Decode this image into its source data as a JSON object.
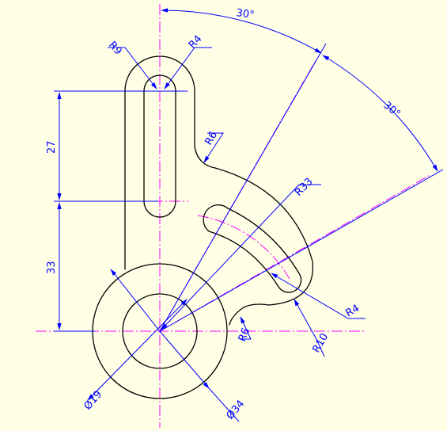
{
  "colors": {
    "background": "#ffffe6",
    "outline": "#000000",
    "center_line": "#ff00ff",
    "dimension": "#0000ff"
  },
  "dimensions": {
    "angle_upper": "30°",
    "angle_lower": "30°",
    "r9": "R9",
    "r4_top": "R4",
    "r6_top": "R6",
    "r33": "R33",
    "r4_right": "R4",
    "r10": "R10",
    "r6_bottom": "R6",
    "len27": "27",
    "len33": "33",
    "dia19": "Ø19",
    "dia34": "Ø34"
  }
}
